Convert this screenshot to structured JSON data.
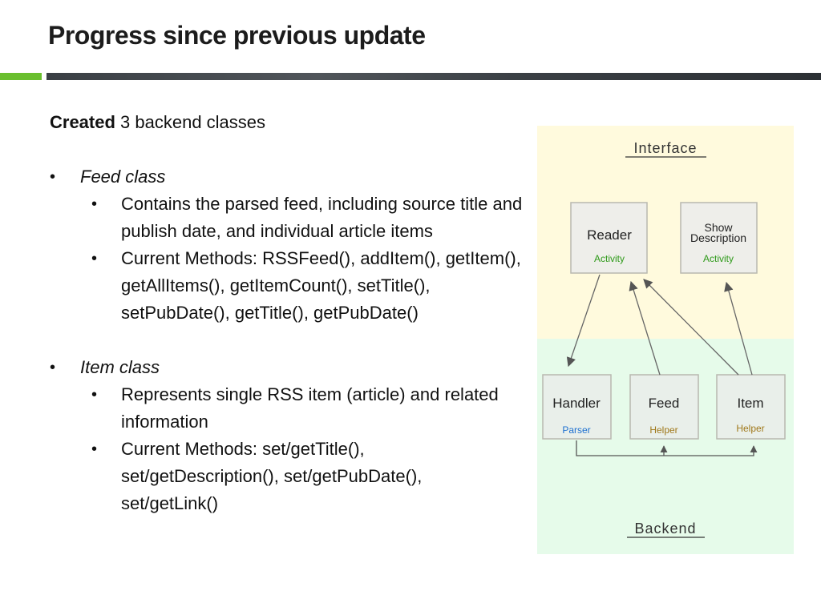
{
  "slide": {
    "title": "Progress since previous update"
  },
  "content": {
    "intro_bold": "Created",
    "intro_rest": " 3 backend classes",
    "sections": [
      {
        "bullet": "•",
        "heading": "Feed class",
        "items": [
          {
            "bullet": "•",
            "text": "Contains the parsed feed, including source title and publish date, and individual article items"
          },
          {
            "bullet": "•",
            "text": "Current Methods: RSSFeed(), addItem(), getItem(), getAllItems(), getItemCount(), setTitle(), setPubDate(), getTitle(), getPubDate()"
          }
        ]
      },
      {
        "bullet": "•",
        "heading": "Item class",
        "items": [
          {
            "bullet": "•",
            "text": "Represents single RSS item (article) and related information"
          },
          {
            "bullet": "•",
            "text": "Current Methods: set/getTitle(), set/getDescription(), set/getPubDate(), set/getLink()"
          }
        ]
      }
    ]
  },
  "diagram": {
    "interface_label": "Interface",
    "backend_label": "Backend",
    "reader": {
      "title": "Reader",
      "subtitle": "Activity"
    },
    "show_description": {
      "title_line1": "Show",
      "title_line2": "Description",
      "subtitle": "Activity"
    },
    "handler": {
      "title": "Handler",
      "subtitle": "Parser"
    },
    "feed": {
      "title": "Feed",
      "subtitle": "Helper"
    },
    "item": {
      "title": "Item",
      "subtitle": "Helper"
    }
  },
  "colors": {
    "accent_green": "#6abf2e",
    "interface_zone": "#fffadd",
    "backend_zone": "#e6fbea",
    "activity_text": "#2f9a1a",
    "parser_text": "#1c6fd0",
    "helper_text": "#a0781a"
  }
}
